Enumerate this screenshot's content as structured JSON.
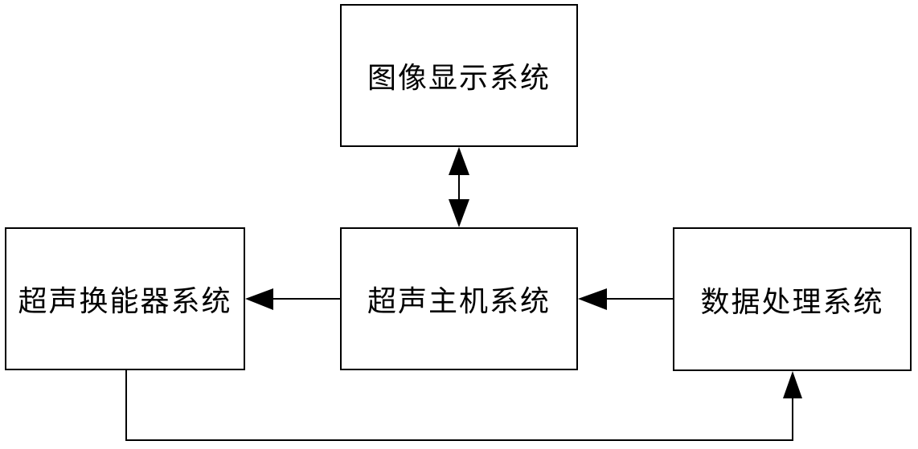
{
  "diagram": {
    "nodes": {
      "display": {
        "label": "图像显示系统"
      },
      "host": {
        "label": "超声主机系统"
      },
      "transducer": {
        "label": "超声换能器系统"
      },
      "data_processing": {
        "label": "数据处理系统"
      }
    },
    "edges": [
      {
        "from": "display",
        "to": "host",
        "direction": "bidirectional",
        "route": "vertical"
      },
      {
        "from": "host",
        "to": "transducer",
        "direction": "one-way",
        "route": "horizontal"
      },
      {
        "from": "data_processing",
        "to": "host",
        "direction": "one-way",
        "route": "horizontal"
      },
      {
        "from": "transducer",
        "to": "data_processing",
        "direction": "one-way",
        "route": "bottom-l-shaped"
      }
    ],
    "colors": {
      "line": "#000000",
      "background": "#ffffff",
      "text": "#000000"
    }
  }
}
